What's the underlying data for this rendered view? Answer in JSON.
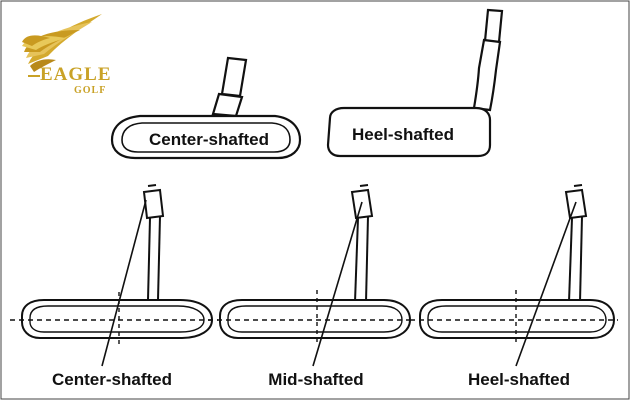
{
  "logo": {
    "brand_main": "EAGLE",
    "brand_sub": "GOLF",
    "colors": {
      "gold": "#c9a227",
      "gold_light": "#e8c95a"
    }
  },
  "labels": {
    "top_center": "Center-shafted",
    "top_heel": "Heel-shafted",
    "bottom_center": "Center-shafted",
    "bottom_mid": "Mid-shafted",
    "bottom_heel": "Heel-shafted"
  },
  "colors": {
    "line": "#111111",
    "background": "#ffffff"
  }
}
